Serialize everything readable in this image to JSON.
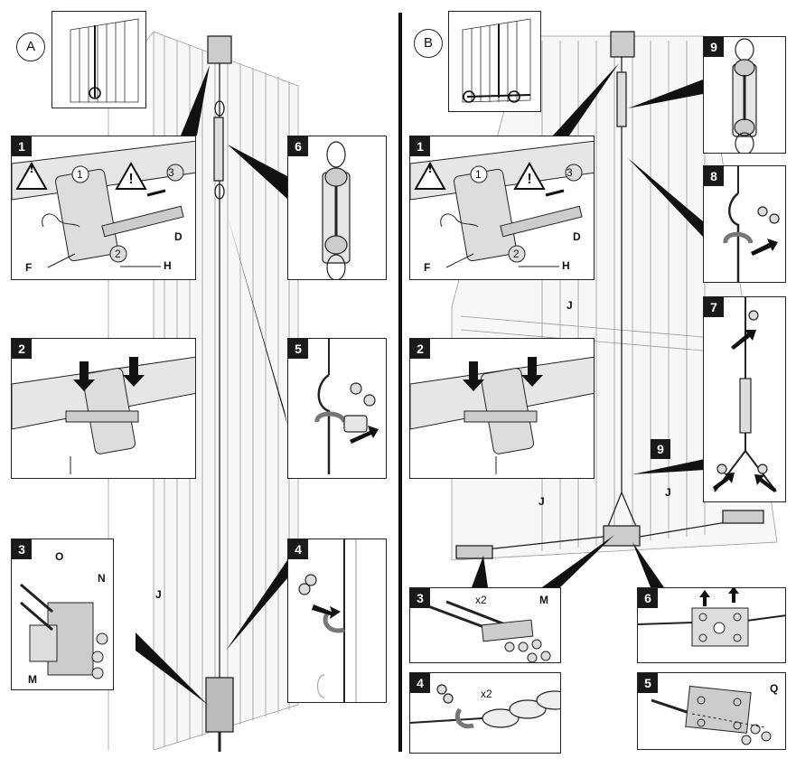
{
  "sections": [
    {
      "id": "A",
      "label": "A"
    },
    {
      "id": "B",
      "label": "B"
    }
  ],
  "section_a": {
    "panels": [
      {
        "step": "1",
        "labels": [
          "3",
          "D",
          "F",
          "H",
          "1",
          "2"
        ]
      },
      {
        "step": "2",
        "labels": []
      },
      {
        "step": "3",
        "labels": [
          "O",
          "N",
          "M"
        ]
      },
      {
        "step": "6",
        "labels": []
      },
      {
        "step": "5",
        "labels": []
      },
      {
        "step": "4",
        "labels": []
      }
    ],
    "cable_label": "J"
  },
  "section_b": {
    "panels": [
      {
        "step": "1",
        "labels": [
          "3",
          "D",
          "F",
          "H",
          "1",
          "2"
        ]
      },
      {
        "step": "2",
        "labels": []
      },
      {
        "step": "9",
        "labels": []
      },
      {
        "step": "8",
        "labels": []
      },
      {
        "step": "7",
        "labels": []
      },
      {
        "step": "3",
        "labels": [
          "x2",
          "M"
        ]
      },
      {
        "step": "4",
        "labels": [
          "x2"
        ]
      },
      {
        "step": "6",
        "labels": []
      },
      {
        "step": "5",
        "labels": [
          "Q"
        ]
      }
    ],
    "callout_step": "9",
    "cable_labels": [
      "J",
      "J",
      "J"
    ]
  }
}
